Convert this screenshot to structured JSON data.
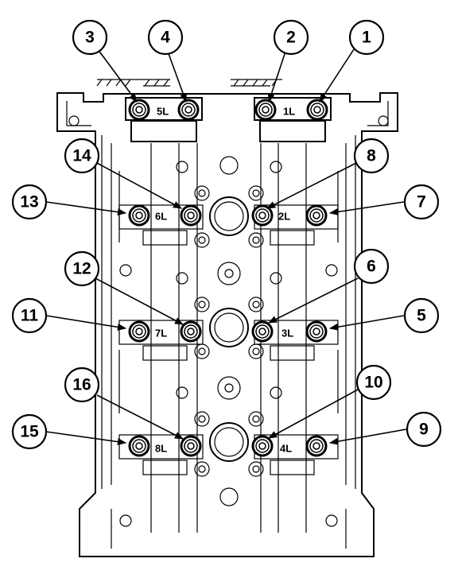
{
  "bolts": [
    {
      "num": "1",
      "cap": "1L"
    },
    {
      "num": "2",
      "cap": ""
    },
    {
      "num": "3",
      "cap": "5L"
    },
    {
      "num": "4",
      "cap": ""
    },
    {
      "num": "5",
      "cap": "3L"
    },
    {
      "num": "6",
      "cap": ""
    },
    {
      "num": "7",
      "cap": "2L"
    },
    {
      "num": "8",
      "cap": ""
    },
    {
      "num": "9",
      "cap": "4L"
    },
    {
      "num": "10",
      "cap": ""
    },
    {
      "num": "11",
      "cap": "7L"
    },
    {
      "num": "12",
      "cap": ""
    },
    {
      "num": "13",
      "cap": "6L"
    },
    {
      "num": "14",
      "cap": ""
    },
    {
      "num": "15",
      "cap": "8L"
    },
    {
      "num": "16",
      "cap": ""
    }
  ]
}
